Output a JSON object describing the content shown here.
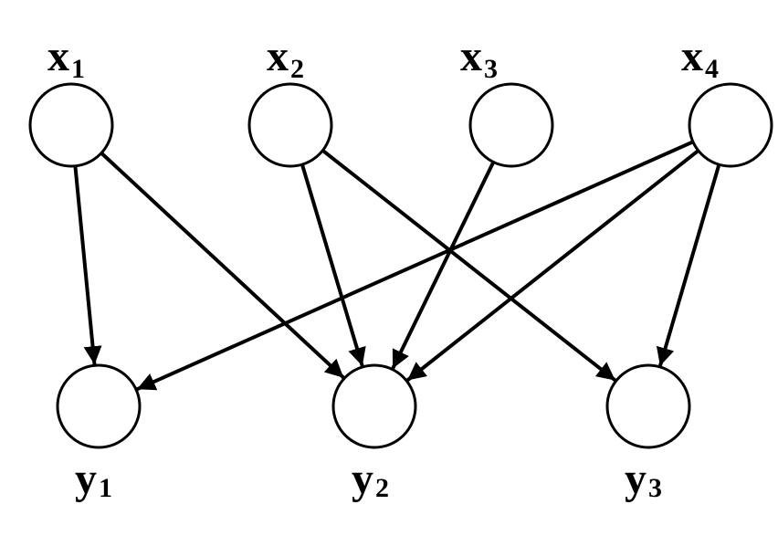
{
  "diagram": {
    "type": "directed-bipartite-graph",
    "colors": {
      "node_fill": "#ffffff",
      "stroke": "#000000",
      "text": "#000000"
    },
    "nodes": {
      "x1": {
        "letter": "x",
        "subscript": "1"
      },
      "x2": {
        "letter": "x",
        "subscript": "2"
      },
      "x3": {
        "letter": "x",
        "subscript": "3"
      },
      "x4": {
        "letter": "x",
        "subscript": "4"
      },
      "y1": {
        "letter": "y",
        "subscript": "1"
      },
      "y2": {
        "letter": "y",
        "subscript": "2"
      },
      "y3": {
        "letter": "y",
        "subscript": "3"
      }
    },
    "edges": [
      {
        "from": "x1",
        "to": "y1"
      },
      {
        "from": "x1",
        "to": "y2"
      },
      {
        "from": "x2",
        "to": "y2"
      },
      {
        "from": "x2",
        "to": "y3"
      },
      {
        "from": "x3",
        "to": "y2"
      },
      {
        "from": "x4",
        "to": "y1"
      },
      {
        "from": "x4",
        "to": "y2"
      },
      {
        "from": "x4",
        "to": "y3"
      }
    ]
  }
}
